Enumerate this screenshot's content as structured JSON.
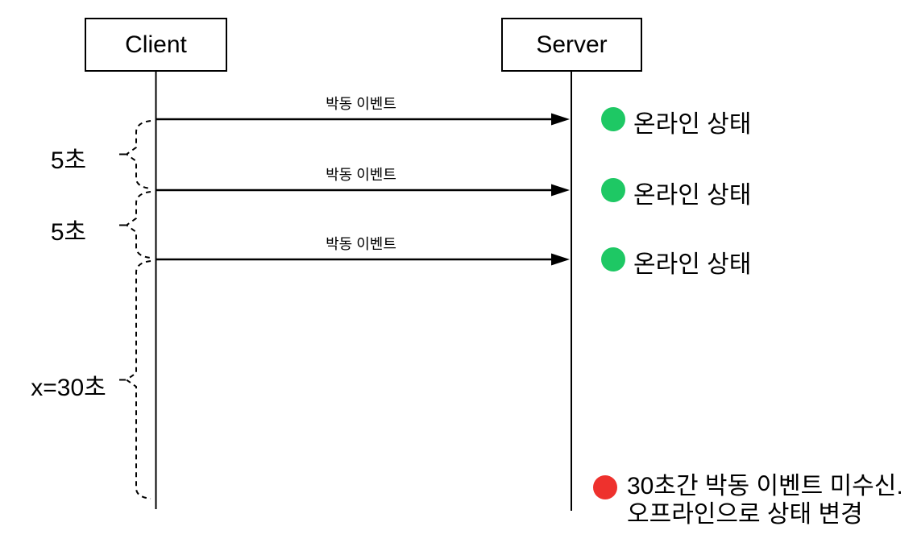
{
  "actors": {
    "client": {
      "label": "Client"
    },
    "server": {
      "label": "Server"
    }
  },
  "messages": [
    {
      "label": "박동 이벤트"
    },
    {
      "label": "박동 이벤트"
    },
    {
      "label": "박동 이벤트"
    }
  ],
  "intervals": [
    {
      "label": "5초"
    },
    {
      "label": "5초"
    },
    {
      "label": "x=30초"
    }
  ],
  "statuses": {
    "online": [
      {
        "label": "온라인 상태"
      },
      {
        "label": "온라인 상태"
      },
      {
        "label": "온라인 상태"
      }
    ],
    "offline": {
      "line1": "30초간 박동 이벤트 미수신.",
      "line2": "오프라인으로 상태 변경"
    }
  },
  "colors": {
    "online_dot": "#1ec864",
    "offline_dot": "#ee312d",
    "line": "#000000",
    "background": "#ffffff"
  }
}
